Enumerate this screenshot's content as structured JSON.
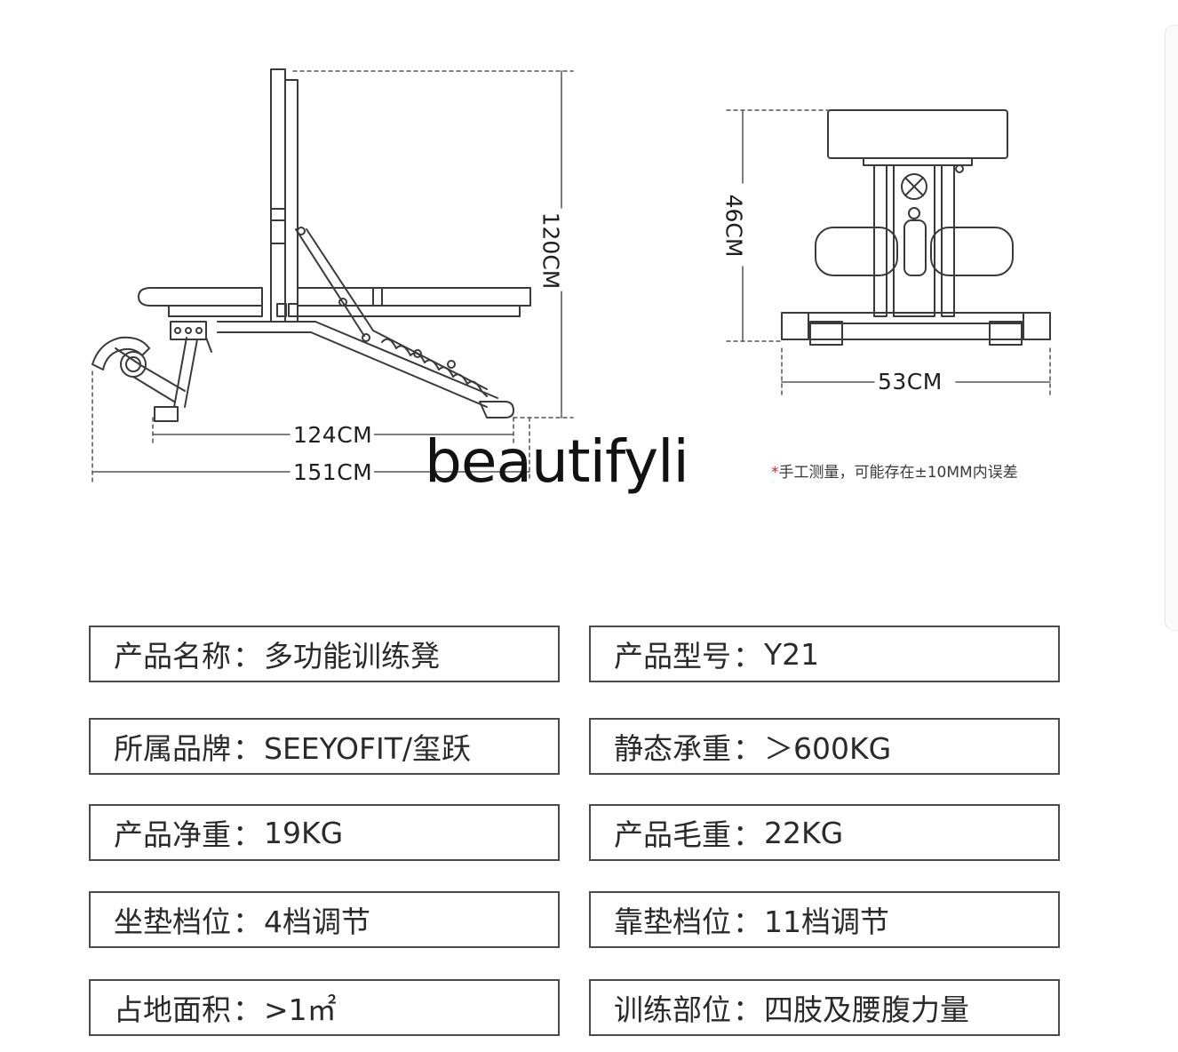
{
  "dimensions": {
    "total_height": "120CM",
    "base_length": "124CM",
    "total_length": "151CM",
    "seat_height": "46CM",
    "base_width": "53CM"
  },
  "watermark": "beautifyli",
  "note": {
    "star": "*",
    "text": "手工测量，可能存在±10MM内误差"
  },
  "specs": [
    {
      "label": "产品名称",
      "value": "多功能训练凳"
    },
    {
      "label": "产品型号",
      "value": "Y21"
    },
    {
      "label": "所属品牌",
      "value": "SEEYOFIT/玺跃"
    },
    {
      "label": "静态承重",
      "value": "＞600KG"
    },
    {
      "label": "产品净重",
      "value": "19KG"
    },
    {
      "label": "产品毛重",
      "value": "22KG"
    },
    {
      "label": "坐垫档位",
      "value": "4档调节"
    },
    {
      "label": "靠垫档位",
      "value": "11档调节"
    },
    {
      "label": "占地面积",
      "value": ">1㎡"
    },
    {
      "label": "训练部位",
      "value": "四肢及腰腹力量"
    }
  ],
  "separator": "："
}
